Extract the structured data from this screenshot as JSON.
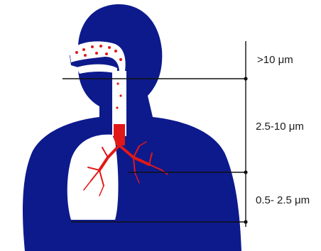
{
  "diagram": {
    "colors": {
      "body": "#0d1a8c",
      "airway": "#ffffff",
      "particles": "#e01818",
      "bronchi": "#e01818",
      "lines": "#111111"
    },
    "size_ranges": [
      {
        "id": "nasal",
        "label": ">10 μm"
      },
      {
        "id": "trachea",
        "label": "2.5-10 μm"
      },
      {
        "id": "alveoli",
        "label": "0.5- 2.5 μm"
      }
    ]
  }
}
